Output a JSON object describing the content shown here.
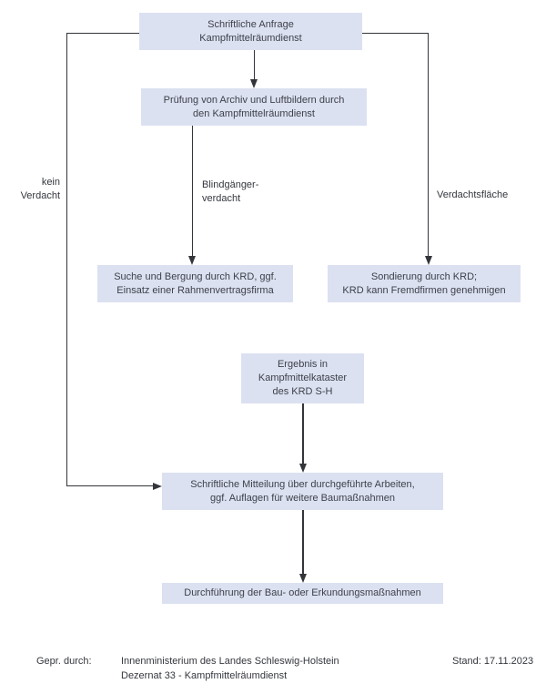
{
  "diagram": {
    "boxes": {
      "anfrage": {
        "text": "Schriftliche Anfrage\nKampfmittelräumdienst"
      },
      "pruefung": {
        "text": "Prüfung von Archiv und Luftbildern durch\nden Kampfmittelräumdienst"
      },
      "suche": {
        "text": "Suche und Bergung durch KRD, ggf.\nEinsatz einer Rahmenvertragsfirma"
      },
      "sondierung": {
        "text": "Sondierung durch KRD;\nKRD kann Fremdfirmen genehmigen"
      },
      "ergebnis": {
        "text": "Ergebnis in\nKampfmittelkataster\ndes KRD S-H"
      },
      "mitteilung": {
        "text": "Schriftliche Mitteilung über durchgeführte Arbeiten,\nggf. Auflagen für weitere Baumaßnahmen"
      },
      "durchfuehrung": {
        "text": "Durchführung der Bau- oder Erkundungsmaßnahmen"
      }
    },
    "edge_labels": {
      "kein_verdacht": "kein\nVerdacht",
      "blindgaenger": "Blindgänger-\nverdacht",
      "verdachtsflaeche": "Verdachtsfläche"
    },
    "colors": {
      "box_fill": "#dce1f1",
      "box_text": "#3d414b",
      "label_text": "#34373d",
      "line": "#33353a"
    }
  },
  "footer": {
    "gepr_label": "Gepr. durch:",
    "org_line1": "Innenministerium des Landes Schleswig-Holstein",
    "org_line2": "Dezernat 33 - Kampfmittelräumdienst",
    "stand": "Stand: 17.11.2023"
  }
}
